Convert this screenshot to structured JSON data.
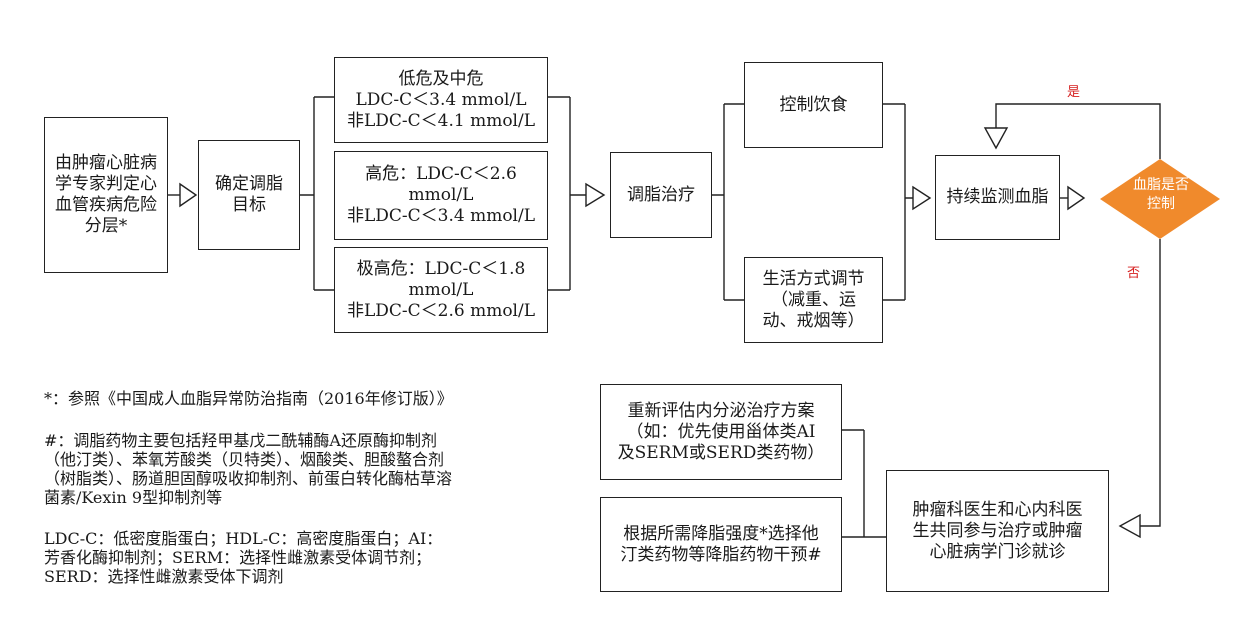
{
  "nodes": {
    "assess": "由肿瘤心脏病\n学专家判定心\n血管疾病危险\n分层*",
    "target": "确定调脂\n目标",
    "low_mid": "低危及中危\nLDC-C＜3.4 mmol/L\n非LDC-C＜4.1 mmol/L",
    "high": "高危：LDC-C＜2.6\nmmol/L\n非LDC-C＜3.4 mmol/L",
    "very_high": "极高危：LDC-C＜1.8\nmmol/L\n非LDC-C＜2.6 mmol/L",
    "therapy": "调脂治疗",
    "diet": "控制饮食",
    "lifestyle": "生活方式调节\n（减重、运\n动、戒烟等）",
    "monitor": "持续监测血脂",
    "decision": "血脂是否\n控制",
    "mdt": "肿瘤科医生和心内科医\n生共同参与治疗或肿瘤\n心脏病学门诊就诊",
    "reevaluate": "重新评估内分泌治疗方案\n（如：优先使用甾体类AI\n及SERM或SERD类药物）",
    "select_drug": "根据所需降脂强度*选择他\n汀类药物等降脂药物干预#"
  },
  "labels": {
    "yes": "是",
    "no": "否"
  },
  "notes": {
    "ref": "*：参照《中国成人血脂异常防治指南（2016年修订版）》",
    "drugs": "#：调脂药物主要包括羟甲基戊二酰辅酶A还原酶抑制剂\n（他汀类）、苯氧芳酸类（贝特类）、烟酸类、胆酸螯合剂\n（树脂类）、肠道胆固醇吸收抑制剂、前蛋白转化酶枯草溶\n菌素/Kexin 9型抑制剂等",
    "abbr": "LDC-C：低密度脂蛋白；HDL-C：高密度脂蛋白；AI：\n芳香化酶抑制剂；SERM：选择性雌激素受体调节剂；\nSERD：选择性雌激素受体下调剂"
  },
  "colors": {
    "decision_fill": "#f08a2c",
    "label_red": "#d61f1f",
    "stroke": "#222222"
  }
}
